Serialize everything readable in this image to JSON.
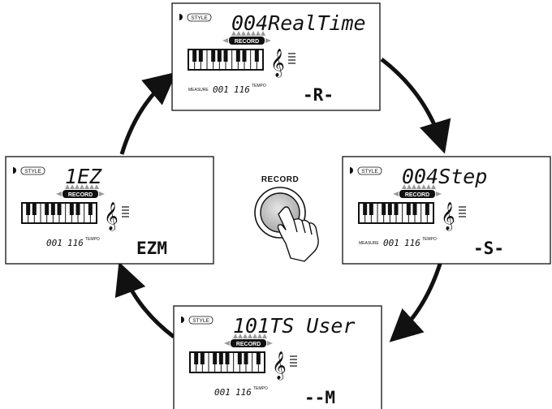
{
  "record_button": {
    "label": "RECORD"
  },
  "panels": [
    {
      "key": "top",
      "number": "004",
      "name": "RealTime",
      "style_label": "STYLE",
      "record_label": "RECORD",
      "measure_label": "MEASURE",
      "measure_value": "001",
      "tempo_value": "116",
      "tempo_label": "TEMPO",
      "mode_text": "-R-"
    },
    {
      "key": "right",
      "number": "004",
      "name": "Step",
      "style_label": "STYLE",
      "record_label": "RECORD",
      "measure_label": "MEASURE",
      "measure_value": "001",
      "tempo_value": "116",
      "tempo_label": "TEMPO",
      "mode_text": "-S-"
    },
    {
      "key": "bottom",
      "number": "101",
      "name": "TS User",
      "style_label": "STYLE",
      "record_label": "RECORD",
      "measure_label": "",
      "measure_value": "001",
      "tempo_value": "116",
      "tempo_label": "TEMPO",
      "mode_text": "--M"
    },
    {
      "key": "left",
      "number": "1",
      "name": "EZ",
      "style_label": "STYLE",
      "record_label": "RECORD",
      "measure_label": "",
      "measure_value": "001",
      "tempo_value": "116",
      "tempo_label": "TEMPO",
      "mode_text": "EZM"
    }
  ]
}
